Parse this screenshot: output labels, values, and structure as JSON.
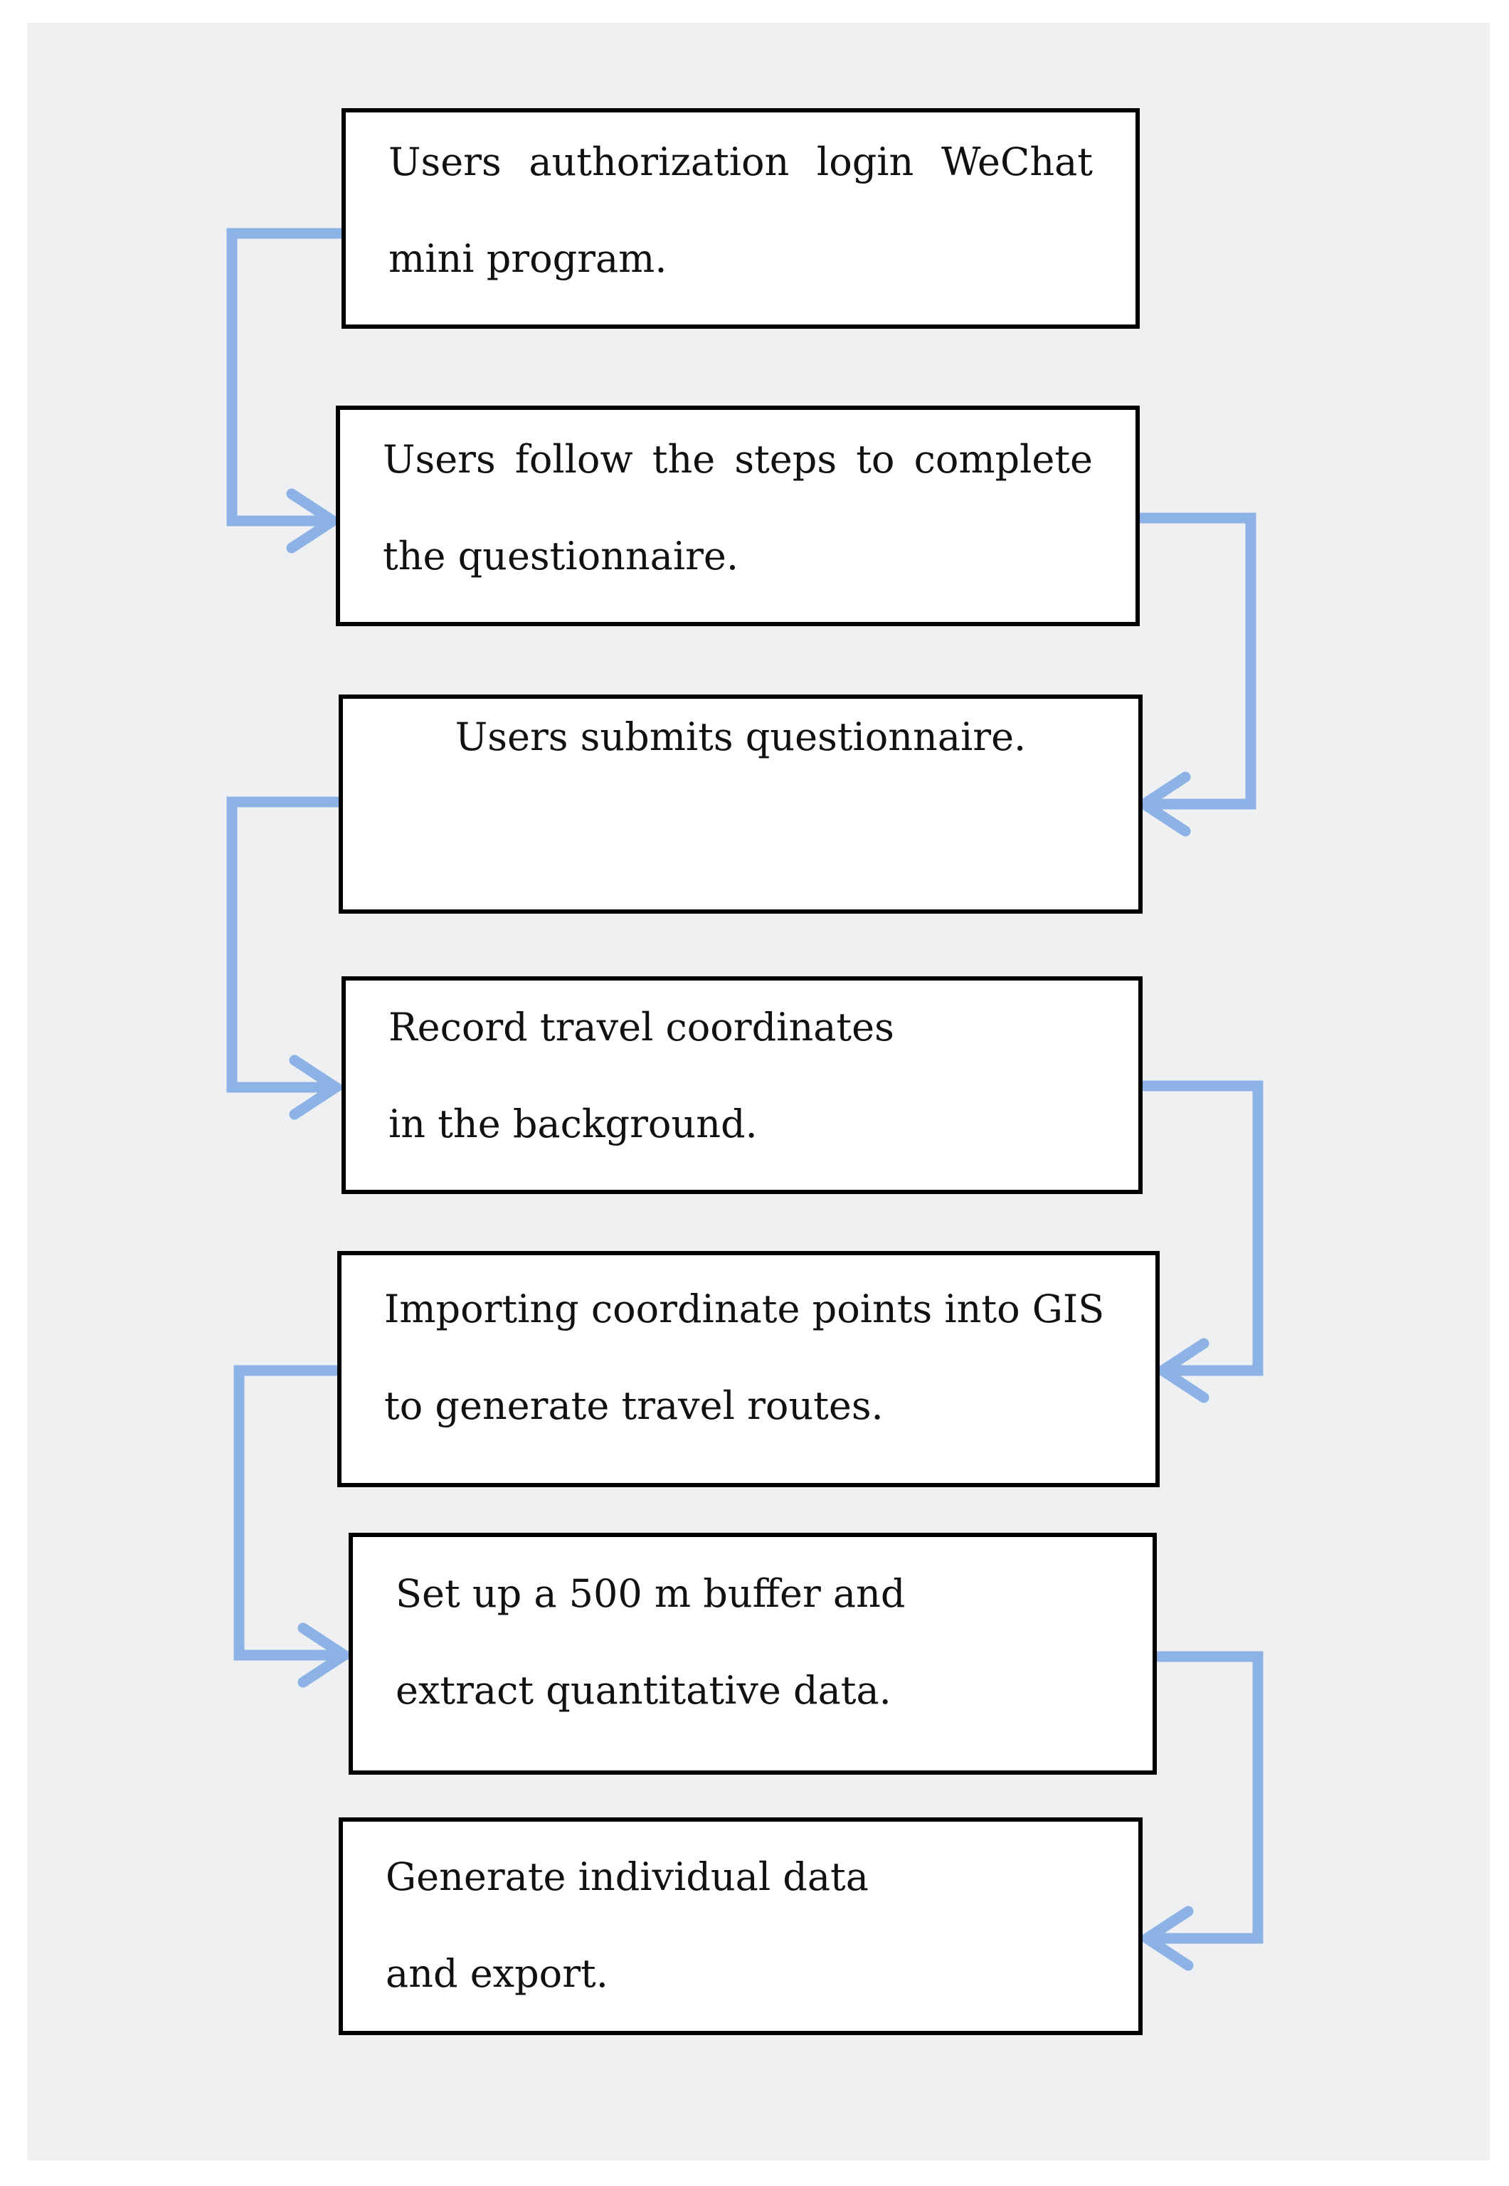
{
  "diagram": {
    "type": "flowchart",
    "steps": [
      {
        "id": "step-1",
        "text": "Users authorization login WeChat mini program."
      },
      {
        "id": "step-2",
        "text": "Users follow the steps to complete the questionnaire."
      },
      {
        "id": "step-3",
        "text": "Users submits questionnaire."
      },
      {
        "id": "step-4",
        "text": "Record travel coordinates in the background."
      },
      {
        "id": "step-5",
        "text": "Importing coordinate points into GIS to generate travel routes."
      },
      {
        "id": "step-6",
        "text": "Set up a 500 m buffer and extract quantitative data."
      },
      {
        "id": "step-7",
        "text": "Generate individual data and export."
      }
    ],
    "connectors": [
      {
        "from": "step-1",
        "to": "step-2",
        "side": "left"
      },
      {
        "from": "step-2",
        "to": "step-3",
        "side": "right"
      },
      {
        "from": "step-3",
        "to": "step-4",
        "side": "left"
      },
      {
        "from": "step-4",
        "to": "step-5",
        "side": "right"
      },
      {
        "from": "step-5",
        "to": "step-6",
        "side": "left"
      },
      {
        "from": "step-6",
        "to": "step-7",
        "side": "right"
      }
    ],
    "colors": {
      "background": "#eff0f2",
      "box_fill": "#ffffff",
      "box_border": "#000000",
      "arrow": "#8db3e6"
    }
  }
}
